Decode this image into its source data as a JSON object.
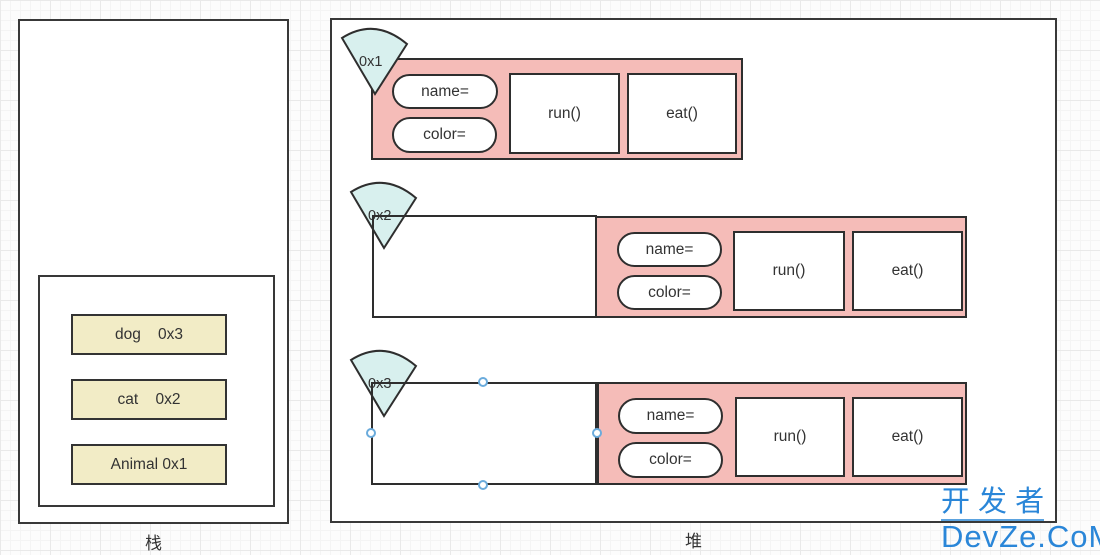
{
  "stack": {
    "caption": "栈",
    "items": [
      {
        "label": "dog    0x3"
      },
      {
        "label": "cat    0x2"
      },
      {
        "label": "Animal 0x1"
      }
    ]
  },
  "heap": {
    "caption": "堆",
    "objects": [
      {
        "tag": "0x1",
        "fields": [
          "name=",
          "color="
        ],
        "methods": [
          "run()",
          "eat()"
        ]
      },
      {
        "tag": "0x2",
        "fields": [
          "name=",
          "color="
        ],
        "methods": [
          "run()",
          "eat()"
        ]
      },
      {
        "tag": "0x3",
        "fields": [
          "name=",
          "color="
        ],
        "methods": [
          "run()",
          "eat()"
        ]
      }
    ]
  },
  "watermark": {
    "line1": "开 发 者",
    "line2": "DevZe.CoM"
  },
  "colors": {
    "object_fill": "#f5bcb8",
    "fan_fill": "#d8f0ee",
    "stack_item_fill": "#f2ecc6",
    "outline": "#2e2e2e",
    "watermark_blue": "#2a86d8",
    "handle_blue": "#6aabdc"
  }
}
